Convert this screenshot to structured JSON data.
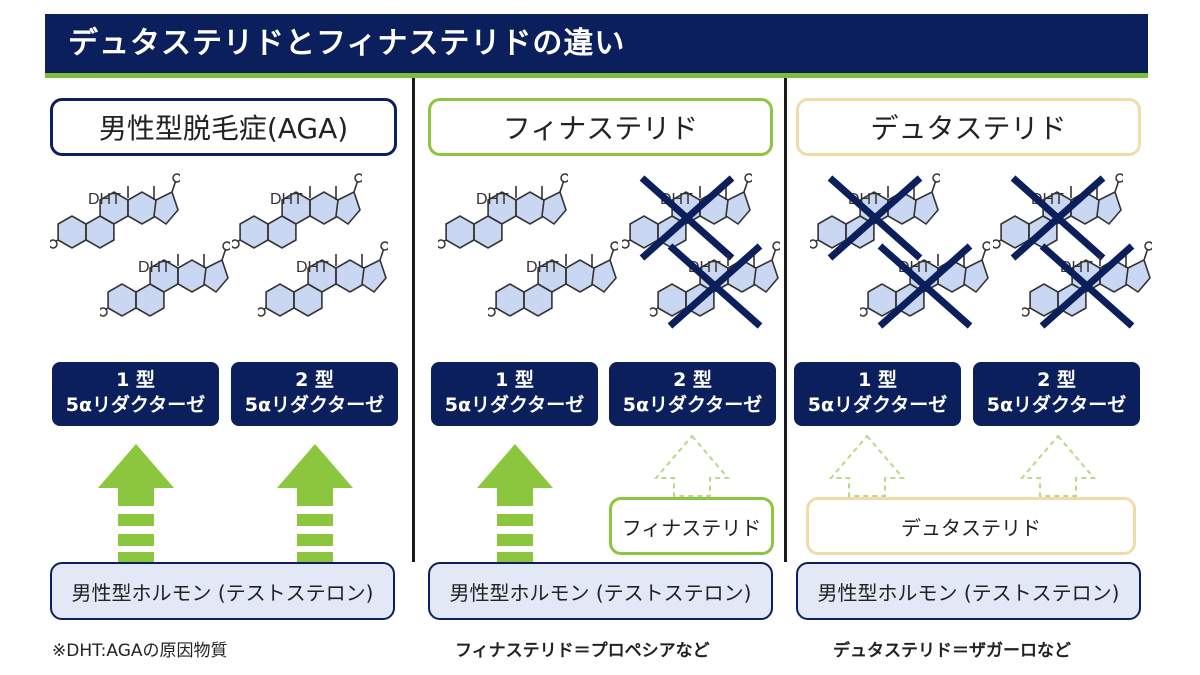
{
  "header": {
    "title": "デュタステリドとフィナステリドの違い"
  },
  "columns": {
    "aga": {
      "label": "男性型脱毛症(AGA)"
    },
    "finasteride": {
      "label": "フィナステリド",
      "drug_label": "フィナステリド"
    },
    "dutasteride": {
      "label": "デュタステリド",
      "drug_label": "デュタステリド"
    }
  },
  "enzymes": {
    "type1": {
      "line1": "1 型",
      "line2": "5αリダクターゼ"
    },
    "type2": {
      "line1": "2 型",
      "line2": "5αリダクターゼ"
    }
  },
  "molecule_label": "DHT",
  "hormone_label": "男性型ホルモン (テストステロン)",
  "footnotes": {
    "aga": "※DHT:AGAの原因物質",
    "finasteride": "フィナステリド＝プロペシアなど",
    "dutasteride": "デュタステリド＝ザガーロなど"
  },
  "colors": {
    "navy": "#0b1f5c",
    "green": "#8cc63f",
    "beige": "#f0dcaa",
    "molecule_fill": "#c9d7f2"
  }
}
